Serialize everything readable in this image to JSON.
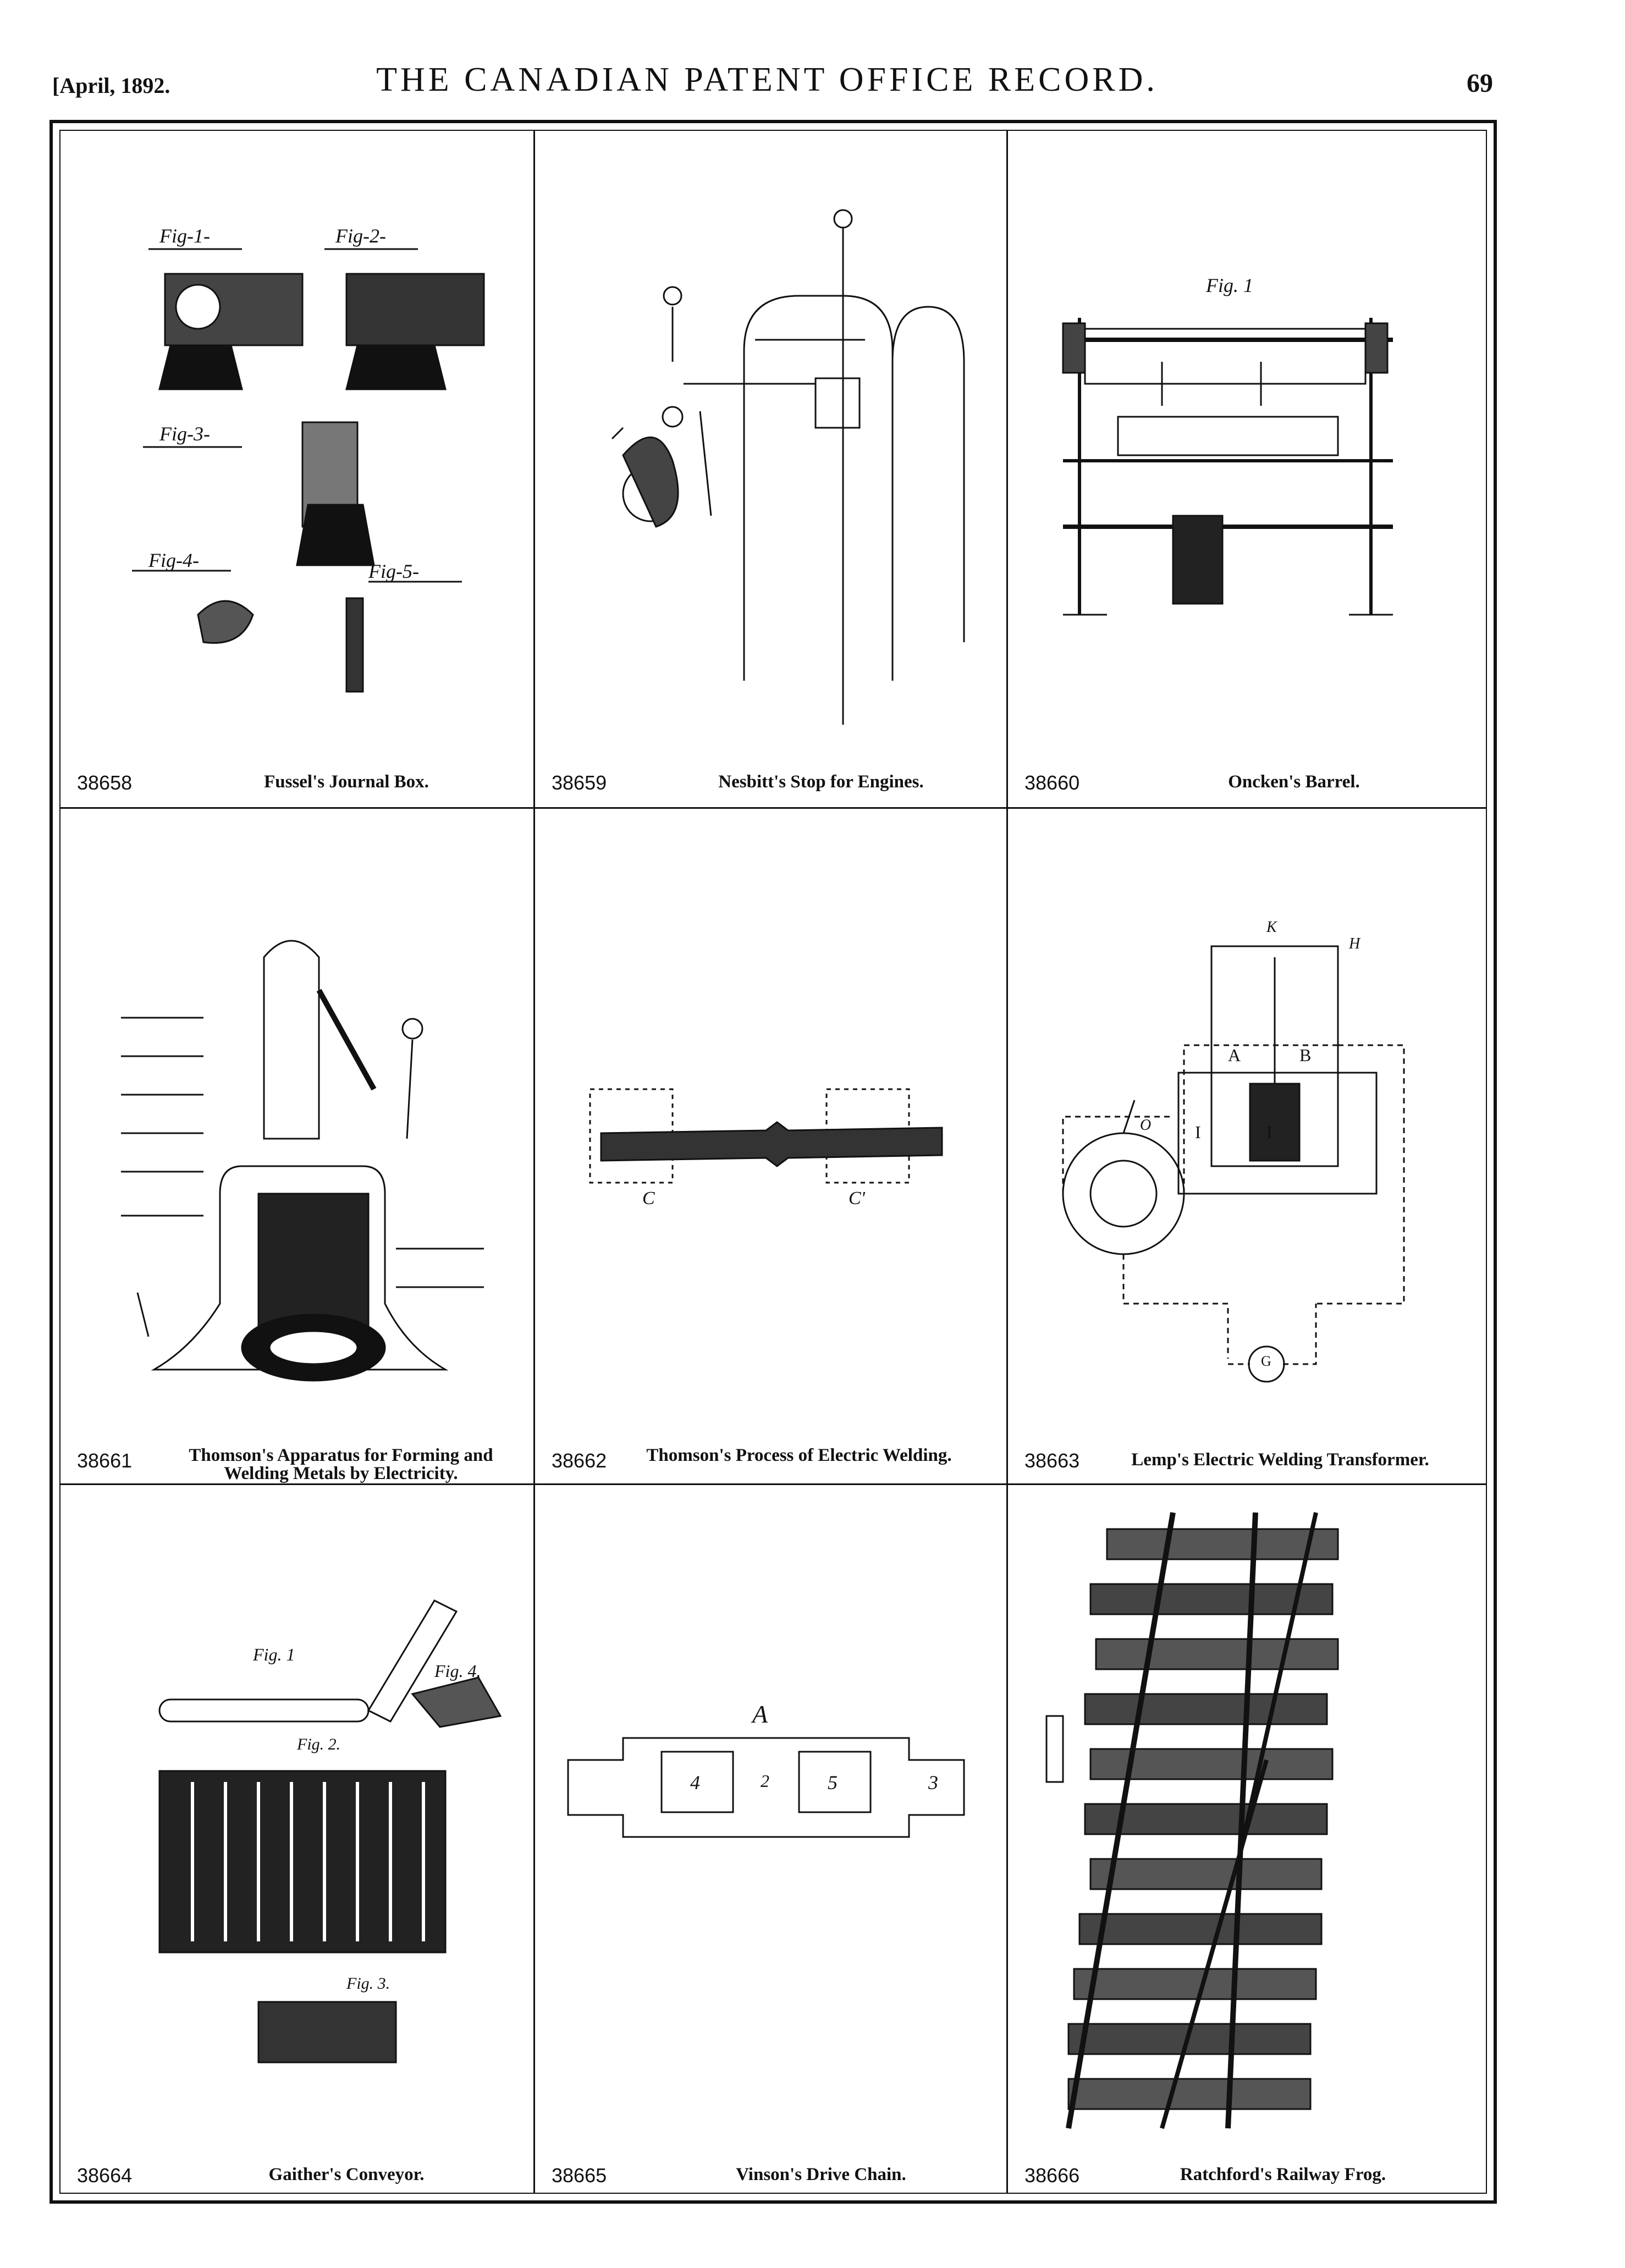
{
  "header": {
    "date": "[April, 1892.",
    "title": "THE CANADIAN PATENT OFFICE RECORD.",
    "page": "69"
  },
  "patents": [
    {
      "number": "38658",
      "title": "Fussel's Journal Box."
    },
    {
      "number": "38659",
      "title": "Nesbitt's Stop for Engines."
    },
    {
      "number": "38660",
      "title": "Oncken's Barrel."
    },
    {
      "number": "38661",
      "title": "Thomson's Apparatus for Forming and Welding Metals by Electricity."
    },
    {
      "number": "38662",
      "title": "Thomson's Process of Electric Welding."
    },
    {
      "number": "38663",
      "title": "Lemp's Electric Welding Transformer."
    },
    {
      "number": "38664",
      "title": "Gaither's Conveyor."
    },
    {
      "number": "38665",
      "title": "Vinson's Drive Chain."
    },
    {
      "number": "38666",
      "title": "Ratchford's Railway Frog."
    }
  ],
  "figure_labels": {
    "fussel": [
      "Fig-1-",
      "Fig-2-",
      "Fig-3-",
      "Fig-4-",
      "Fig-5-"
    ],
    "oncken": "Fig. 1",
    "thomson_process": [
      "C",
      "C'"
    ],
    "lemp": [
      "K",
      "H",
      "A",
      "B",
      "I",
      "I",
      "O",
      "G"
    ],
    "gaither": [
      "Fig. 1",
      "Fig. 4.",
      "Fig. 2.",
      "Fig. 3."
    ],
    "vinson": [
      "A",
      "4",
      "2",
      "5",
      "3"
    ]
  }
}
